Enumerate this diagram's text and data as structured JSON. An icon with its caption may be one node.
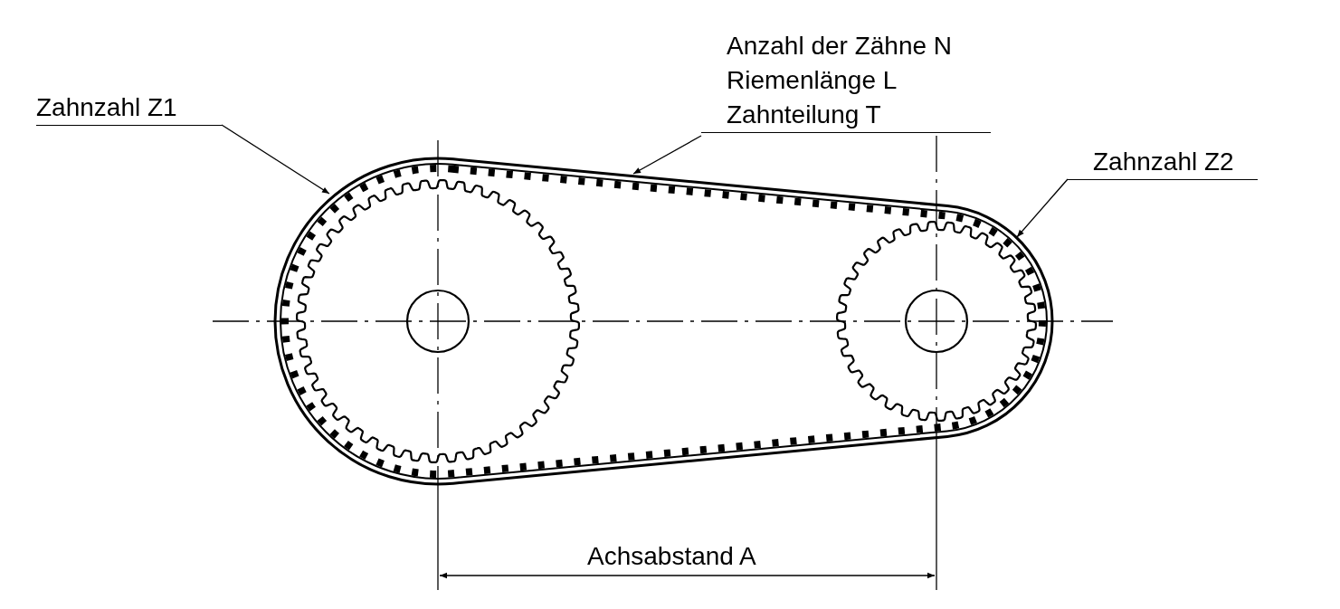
{
  "diagram": {
    "nodes": [
      {
        "text": [
          "Zahnzahl Z1"
        ]
      },
      {
        "text": [
          "Anzahl der Zähne N",
          "Riemenlänge L",
          "Zahnteilung T"
        ]
      },
      {
        "text": [
          "Zahnzahl Z2"
        ]
      },
      {
        "text": [],
        "shape": "picture",
        "in": 4
      },
      {
        "text": [],
        "shape": "picture"
      },
      {
        "text": [],
        "shape": "picture",
        "in": 4
      }
    ],
    "edges": [
      {
        "from": 0,
        "to": 3,
        "arrow": "to"
      },
      {
        "from": 1,
        "to": 4,
        "arrow": "to"
      },
      {
        "from": 2,
        "to": 5,
        "arrow": "to"
      }
    ],
    "labels": [
      "Achsabstand A"
    ]
  }
}
